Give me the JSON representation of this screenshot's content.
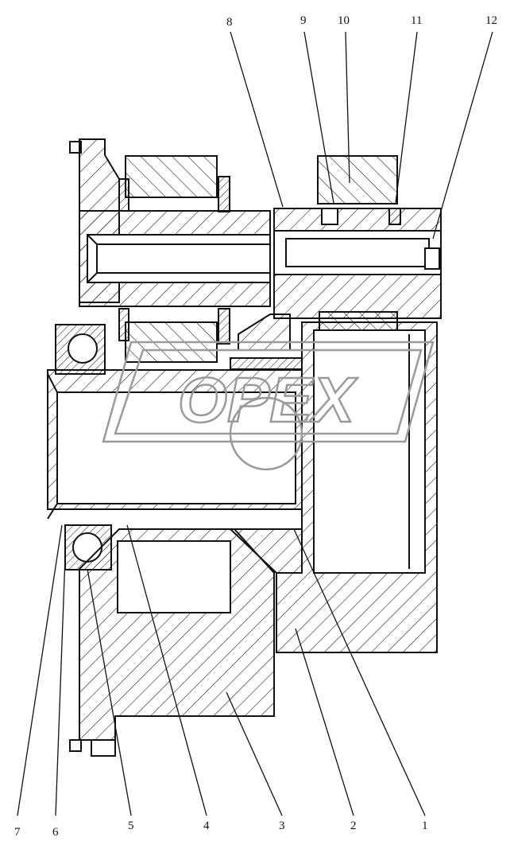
{
  "callouts": {
    "c1": "1",
    "c2": "2",
    "c3": "3",
    "c4": "4",
    "c5": "5",
    "c6": "6",
    "c7": "7",
    "c8": "8",
    "c9": "9",
    "c10": "10",
    "c11": "11",
    "c12": "12"
  },
  "watermark": {
    "text": "OPEX"
  },
  "colors": {
    "line": "#111111",
    "watermark": "#9a9a9a",
    "background": "#ffffff"
  }
}
